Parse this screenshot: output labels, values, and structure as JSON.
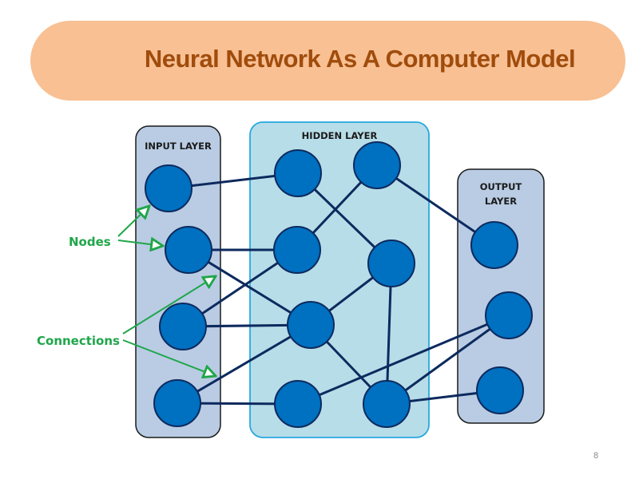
{
  "slide": {
    "title": "Neural Network As A Computer Model",
    "page_number": "8"
  },
  "colors": {
    "banner": "#f8c093",
    "title_text": "#a04c0c",
    "input_output_panel": "#b9cce4",
    "hidden_panel": "#b7dde8",
    "hidden_panel_border": "#29a8e0",
    "node_fill": "#0070c0",
    "node_stroke": "#0d2a5e",
    "connection": "#0d2a5e",
    "annotation": "#1fa64a"
  },
  "layers": {
    "input": {
      "label_lines": [
        "INPUT LAYER"
      ]
    },
    "hidden": {
      "label_lines": [
        "HIDDEN LAYER"
      ]
    },
    "output": {
      "label_lines": [
        "OUTPUT",
        "LAYER"
      ]
    }
  },
  "nodes": [
    {
      "id": "I1",
      "layer": "input"
    },
    {
      "id": "I2",
      "layer": "input"
    },
    {
      "id": "I3",
      "layer": "input"
    },
    {
      "id": "I4",
      "layer": "input"
    },
    {
      "id": "H1",
      "layer": "hidden"
    },
    {
      "id": "H2",
      "layer": "hidden"
    },
    {
      "id": "H3",
      "layer": "hidden"
    },
    {
      "id": "H4",
      "layer": "hidden"
    },
    {
      "id": "H5",
      "layer": "hidden"
    },
    {
      "id": "H6",
      "layer": "hidden"
    },
    {
      "id": "H7",
      "layer": "hidden"
    },
    {
      "id": "O1",
      "layer": "output"
    },
    {
      "id": "O2",
      "layer": "output"
    },
    {
      "id": "O3",
      "layer": "output"
    }
  ],
  "edges": [
    [
      "I1",
      "H1"
    ],
    [
      "I2",
      "H3"
    ],
    [
      "I2",
      "H5"
    ],
    [
      "I3",
      "H3"
    ],
    [
      "I3",
      "H5"
    ],
    [
      "I4",
      "H5"
    ],
    [
      "I4",
      "H6"
    ],
    [
      "H1",
      "H4"
    ],
    [
      "H2",
      "H3"
    ],
    [
      "H2",
      "O1"
    ],
    [
      "H5",
      "H4"
    ],
    [
      "H4",
      "H7"
    ],
    [
      "H5",
      "H7"
    ],
    [
      "H6",
      "O2"
    ],
    [
      "H7",
      "O2"
    ],
    [
      "H7",
      "O3"
    ]
  ],
  "annotations": {
    "nodes": {
      "label": "Nodes",
      "points_to": [
        "I1",
        "I2"
      ]
    },
    "connections": {
      "label": "Connections",
      "points_to": [
        "I2-H5",
        "I4-H5"
      ]
    }
  }
}
